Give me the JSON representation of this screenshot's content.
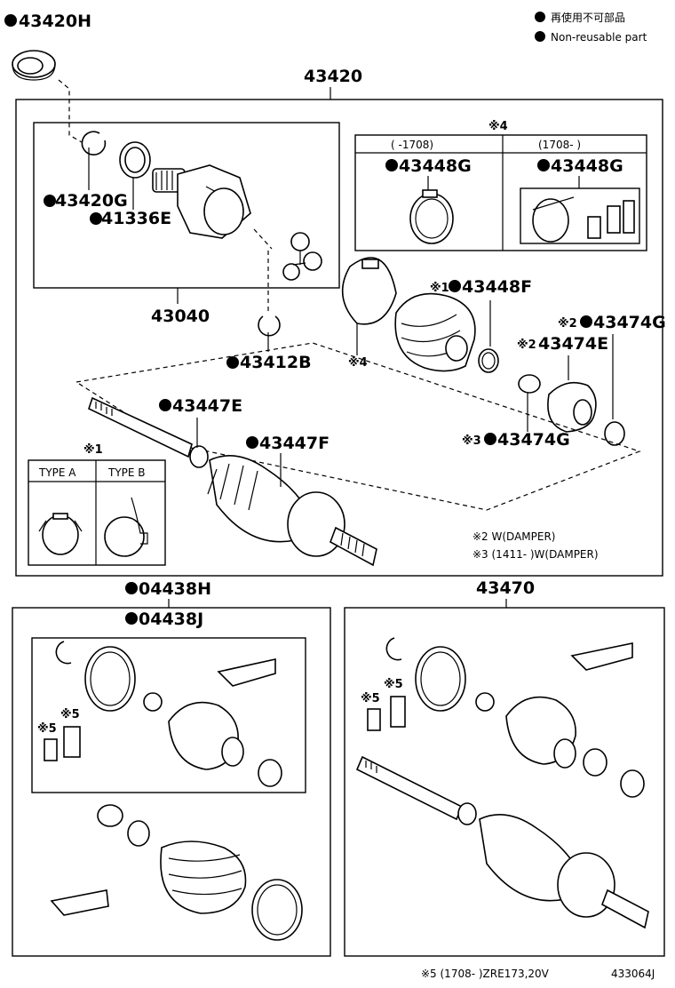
{
  "legend": {
    "line1": "再使用不可部品",
    "line2": "Non-reusable part"
  },
  "labels": {
    "p43420H": "43420H",
    "p43420": "43420",
    "note4_top": "※4",
    "range_old": "(     -1708)",
    "range_new": "(1708-      )",
    "p43448G_a": "43448G",
    "p43448G_b": "43448G",
    "p43420G": "43420G",
    "p41336E": "41336E",
    "p43040": "43040",
    "p43448F_prefix": "※1",
    "p43448F": "43448F",
    "note4_side": "※4",
    "p43474G_top_prefix": "※2",
    "p43474G_top": "43474G",
    "p43474E_prefix": "※2",
    "p43474E": "43474E",
    "p43412B": "43412B",
    "p43447E": "43447E",
    "p43447F": "43447F",
    "p43474G_bot_prefix": "※3",
    "p43474G_bot": "43474G",
    "note1": "※1",
    "type_a": "TYPE A",
    "type_b": "TYPE B",
    "note2": "※2 W(DAMPER)",
    "note3": "※3 (1411-        )W(DAMPER)",
    "p04438H": "04438H",
    "p04438J": "04438J",
    "p43470": "43470",
    "note5_a": "※5",
    "note5_b": "※5",
    "note5_c": "※5",
    "note5_d": "※5",
    "footer_note": "※5 (1708-        )ZRE173,20V",
    "diagram_code": "433064J"
  }
}
